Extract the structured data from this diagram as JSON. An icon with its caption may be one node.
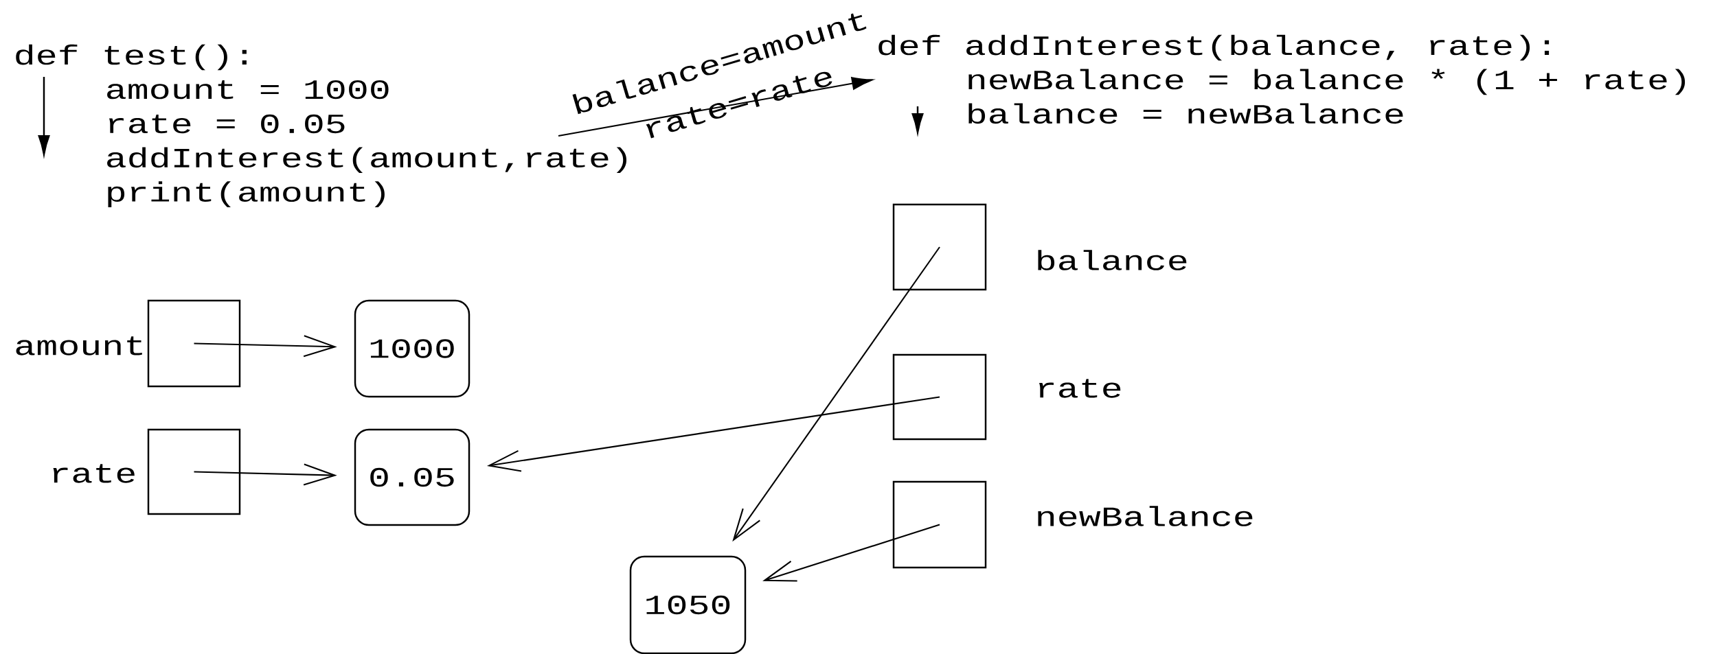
{
  "diagram": {
    "nodes": [
      {
        "text": [
          "def test():",
          "amount = 1000",
          "rate = 0.05",
          "addInterest(amount,rate)",
          "print(amount)"
        ]
      },
      {
        "text": [
          "def addInterest(balance, rate):",
          "newBalance = balance * (1 + rate)",
          "balance = newBalance"
        ]
      },
      {
        "text": [],
        "shape": "box",
        "beside": [
          "amount"
        ]
      },
      {
        "text": [
          "1000"
        ]
      },
      {
        "text": [],
        "shape": "box",
        "beside": [
          "rate"
        ]
      },
      {
        "text": [
          "0.05"
        ]
      },
      {
        "text": [],
        "shape": "box",
        "beside": [
          "balance"
        ]
      },
      {
        "text": [],
        "shape": "box",
        "beside": [
          "rate"
        ]
      },
      {
        "text": [],
        "shape": "box",
        "beside": [
          "newBalance"
        ]
      },
      {
        "text": [
          "1050"
        ]
      }
    ],
    "edges": [
      {
        "from": 0,
        "to": 1,
        "arrow": "to",
        "label": "balance=amount"
      },
      {
        "from": 2,
        "to": 3,
        "arrow": "to"
      },
      {
        "from": 4,
        "to": 5,
        "arrow": "to"
      },
      {
        "from": 6,
        "to": 9,
        "arrow": "to"
      },
      {
        "from": 7,
        "to": 5,
        "arrow": "to"
      },
      {
        "from": 8,
        "to": 9,
        "arrow": "to"
      }
    ],
    "labels": [
      "rate=rate"
    ]
  }
}
